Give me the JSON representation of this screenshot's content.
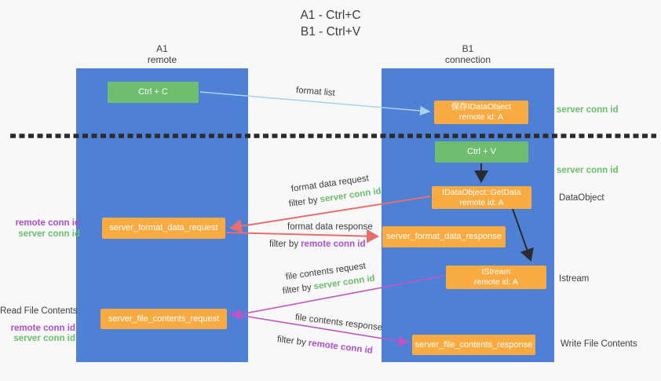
{
  "title": {
    "line1": "A1 - Ctrl+C",
    "line2": "B1 - Ctrl+V"
  },
  "lanes": {
    "left": {
      "name": "A1",
      "role": "remote"
    },
    "right": {
      "name": "B1",
      "role": "connection"
    }
  },
  "boxes": {
    "ctrl_c": "Ctrl + C",
    "ctrl_v": "Ctrl + V",
    "save_dataobject": {
      "line1": "保存IDataObject",
      "line2": "remote id: A"
    },
    "getdata": {
      "line1": "IDataObject::GetData",
      "line2": "remote id: A"
    },
    "istream": {
      "line1": "IStream",
      "line2": "remote id: A"
    },
    "format_request": "server_format_data_request",
    "format_response": "server_format_data_response",
    "file_request": "server_file_contents_request",
    "file_response": "server_file_contents_response"
  },
  "arrow_labels": {
    "format_list": "format list",
    "format_data_request": "format data request",
    "format_data_response": "format data response",
    "file_contents_request": "file contents request",
    "file_contents_response": "file contents response",
    "filter_by": "filter by",
    "server_conn_id": "server conn id",
    "remote_conn_id": "remote conn id"
  },
  "side_labels": {
    "right_server_conn_id_top": "server conn id",
    "right_server_conn_id_mid": "server conn id",
    "right_dataobject": "DataObject",
    "right_istream": "Istream",
    "right_write_file_contents": "Write File Contents",
    "left_remote_conn_id_top": "remote conn id",
    "left_server_conn_id_top": "server conn id",
    "left_read_file_contents": "Read File Contents",
    "left_remote_conn_id_bottom": "remote conn id",
    "left_server_conn_id_bottom": "server conn id"
  },
  "colors": {
    "background": "#f8f8f8",
    "lane_blue": "#4e80d5",
    "box_green": "#6fbe70",
    "box_orange": "#f9ab41",
    "arrow_blue": "#a8d2f0",
    "arrow_black": "#2b2b2b",
    "arrow_red": "#e76e6e",
    "arrow_magenta": "#c353c3",
    "text_green": "#6abf6b",
    "text_purple": "#ad4ece",
    "text_dark": "#3d3d3d"
  }
}
